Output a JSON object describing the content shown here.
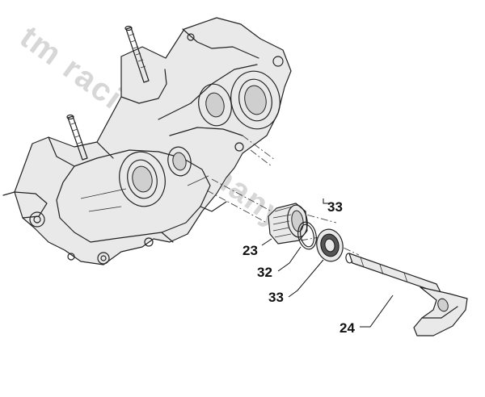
{
  "watermark": {
    "text": "tm racing-germany"
  },
  "callouts": [
    {
      "id": "23",
      "label": "23"
    },
    {
      "id": "32",
      "label": "32"
    },
    {
      "id": "33",
      "label": "33"
    },
    {
      "id": "24",
      "label": "24"
    },
    {
      "id": "top-partial",
      "label": "33"
    }
  ],
  "colors": {
    "line": "#222222",
    "watermark": "#d7d7d7",
    "background": "#ffffff"
  }
}
